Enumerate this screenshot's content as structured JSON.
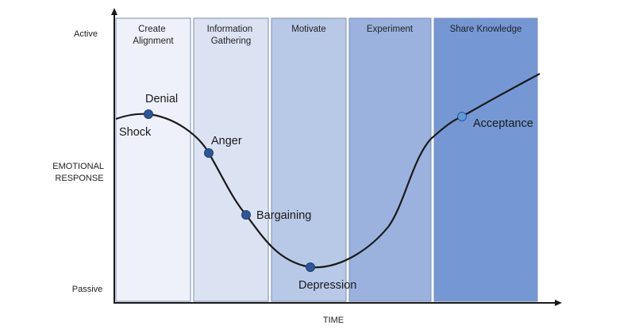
{
  "y_axis": {
    "top_label": "Active",
    "middle_label": [
      "EMOTIONAL",
      "RESPONSE"
    ],
    "bottom_label": "Passive"
  },
  "x_axis": {
    "label": "TIME"
  },
  "phases": [
    {
      "key": "create-alignment",
      "lines": [
        "Create",
        "Alignment"
      ],
      "fill": "#eef1fa"
    },
    {
      "key": "information-gathering",
      "lines": [
        "Information",
        "Gathering"
      ],
      "fill": "#dbe3f3"
    },
    {
      "key": "motivate",
      "lines": [
        "Motivate"
      ],
      "fill": "#b8c9e7"
    },
    {
      "key": "experiment",
      "lines": [
        "Experiment"
      ],
      "fill": "#9bb2de"
    },
    {
      "key": "share-knowledge",
      "lines": [
        "Share Knowledge"
      ],
      "fill": "#7598d4"
    }
  ],
  "stages": [
    {
      "key": "denial",
      "label": "Denial"
    },
    {
      "key": "shock",
      "label": "Shock"
    },
    {
      "key": "anger",
      "label": "Anger"
    },
    {
      "key": "bargaining",
      "label": "Bargaining"
    },
    {
      "key": "depression",
      "label": "Depression"
    },
    {
      "key": "acceptance",
      "label": "Acceptance"
    }
  ],
  "colors": {
    "curve": "#1a1a1a",
    "marker": "#2e5597",
    "marker_highlight": "#5b9bd5",
    "panel_border": "#7a8fb3",
    "axis": "#1a1a1a"
  }
}
